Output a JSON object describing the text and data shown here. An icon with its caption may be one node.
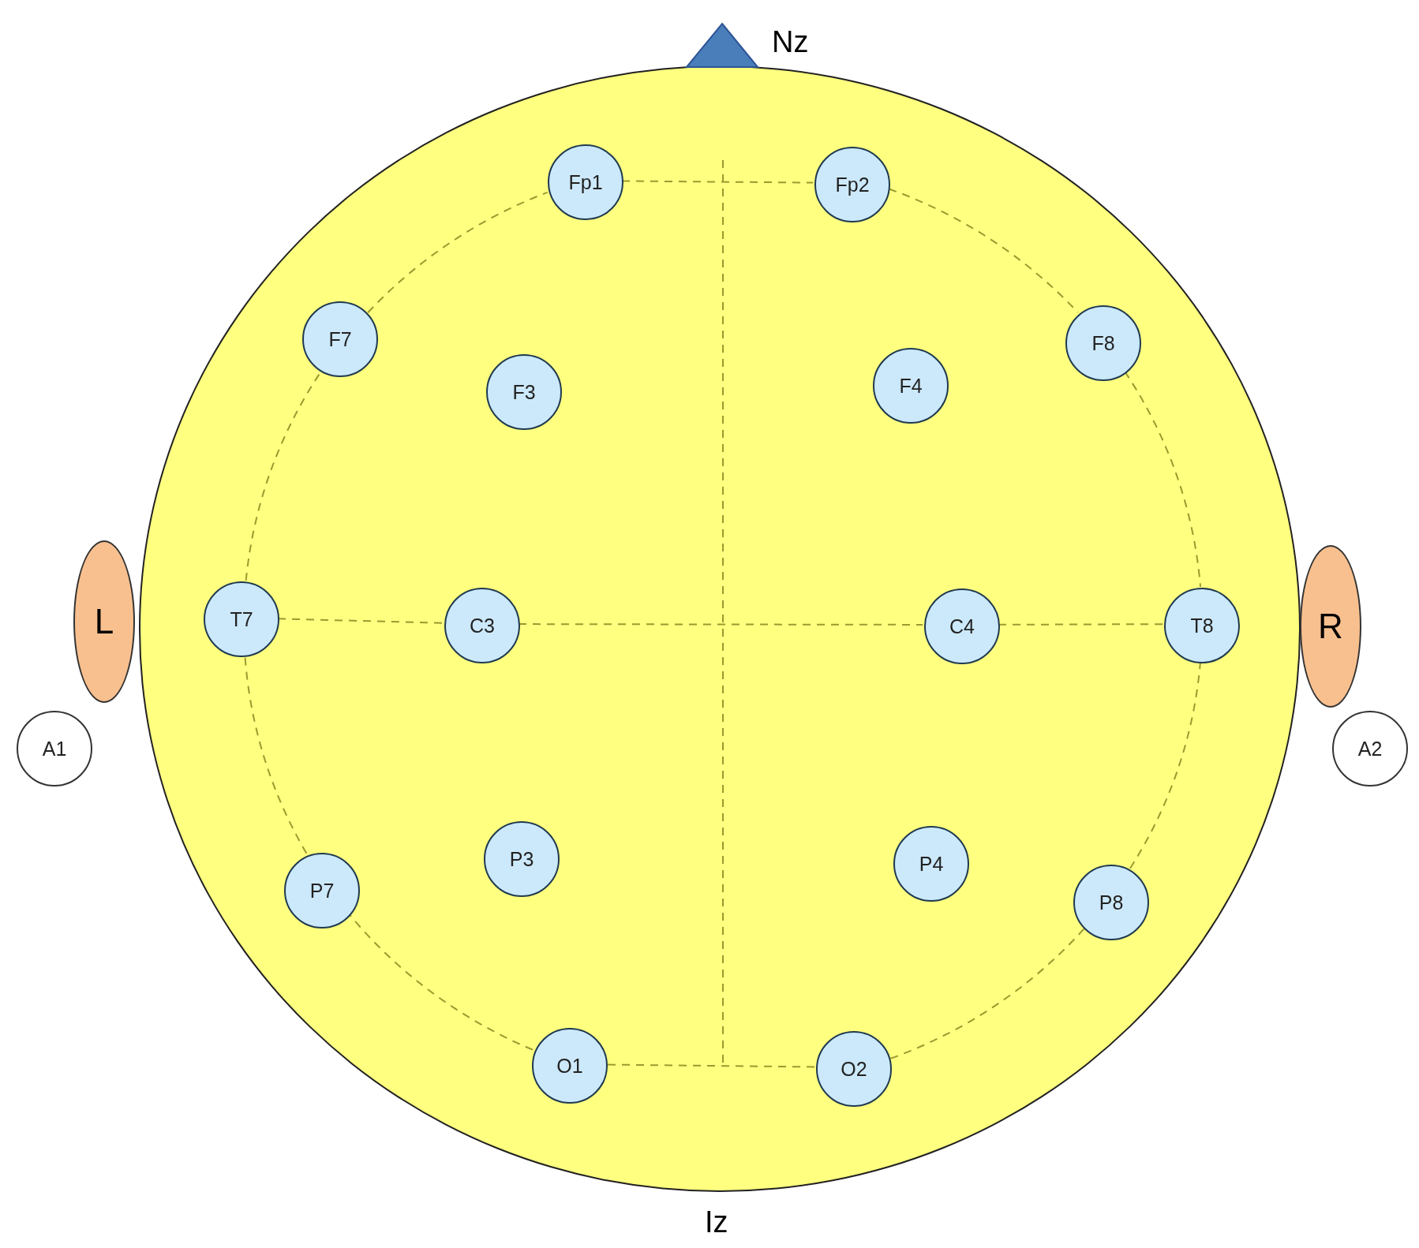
{
  "diagram": {
    "nodes": [
      {
        "text": [],
        "shape": "circle"
      },
      {
        "text": [
          "Fp1"
        ],
        "in": 0
      },
      {
        "text": [
          "Fp2"
        ],
        "in": 0
      },
      {
        "text": [
          "F7"
        ],
        "in": 0
      },
      {
        "text": [
          "F3"
        ],
        "in": 0
      },
      {
        "text": [
          "F4"
        ],
        "in": 0
      },
      {
        "text": [
          "F8"
        ],
        "in": 0
      },
      {
        "text": [
          "T7"
        ],
        "in": 0
      },
      {
        "text": [
          "C3"
        ],
        "in": 0
      },
      {
        "text": [
          "C4"
        ],
        "in": 0
      },
      {
        "text": [
          "T8"
        ],
        "in": 0
      },
      {
        "text": [
          "P7"
        ],
        "in": 0
      },
      {
        "text": [
          "P3"
        ],
        "in": 0
      },
      {
        "text": [
          "P4"
        ],
        "in": 0
      },
      {
        "text": [
          "P8"
        ],
        "in": 0
      },
      {
        "text": [
          "O1"
        ],
        "in": 0
      },
      {
        "text": [
          "O2"
        ],
        "in": 0
      },
      {
        "text": [
          "L"
        ]
      },
      {
        "text": [
          "R"
        ]
      },
      {
        "text": [
          "A1"
        ]
      },
      {
        "text": [
          "A2"
        ]
      },
      {
        "text": [
          "Nz"
        ]
      }
    ],
    "edges": [
      {
        "from": 1,
        "to": 2,
        "arrow": "none",
        "style": "dashed"
      },
      {
        "from": 2,
        "to": 6,
        "arrow": "none",
        "style": "dashed"
      },
      {
        "from": 6,
        "to": 10,
        "arrow": "none",
        "style": "dashed"
      },
      {
        "from": 10,
        "to": 14,
        "arrow": "none",
        "style": "dashed"
      },
      {
        "from": 14,
        "to": 16,
        "arrow": "none",
        "style": "dashed"
      },
      {
        "from": 16,
        "to": 15,
        "arrow": "none",
        "style": "dashed"
      },
      {
        "from": 15,
        "to": 11,
        "arrow": "none",
        "style": "dashed"
      },
      {
        "from": 11,
        "to": 7,
        "arrow": "none",
        "style": "dashed"
      },
      {
        "from": 7,
        "to": 3,
        "arrow": "none",
        "style": "dashed"
      },
      {
        "from": 3,
        "to": 1,
        "arrow": "none",
        "style": "dashed"
      },
      {
        "from": 7,
        "to": 8,
        "arrow": "none",
        "style": "dashed"
      },
      {
        "from": 8,
        "to": 9,
        "arrow": "none",
        "style": "dashed"
      },
      {
        "from": 9,
        "to": 10,
        "arrow": "none",
        "style": "dashed"
      }
    ],
    "labels": [
      "Iz"
    ]
  }
}
